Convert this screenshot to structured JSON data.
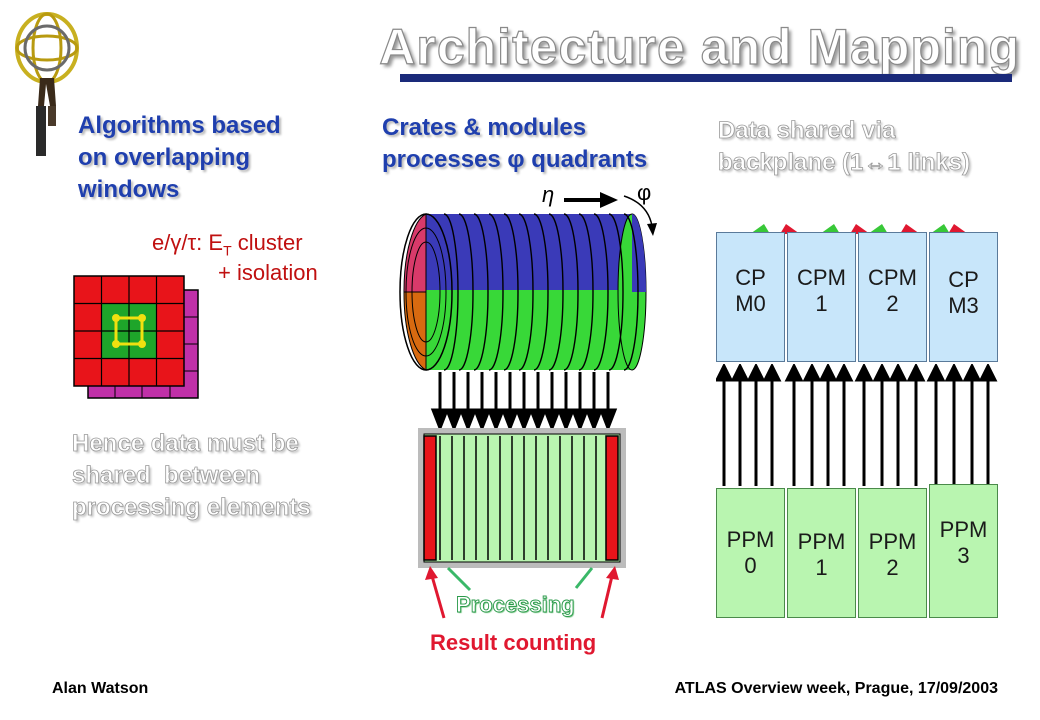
{
  "slide": {
    "title": "Architecture and Mapping"
  },
  "left_column": {
    "heading_lines": [
      "Algorithms based",
      "on overlapping",
      "windows"
    ],
    "cluster_label": "e/γ/τ: E",
    "cluster_subscript": "T",
    "cluster_suffix": " cluster",
    "isolation_label": "+ isolation",
    "conclusion_lines": [
      "Hence data must be",
      "shared  between",
      "processing elements"
    ]
  },
  "middle_column": {
    "heading_lines": [
      "Crates & modules",
      "processes φ quadrants"
    ],
    "eta_symbol": "η",
    "phi_symbol": "φ",
    "processing_label": "Processing",
    "result_label": "Result counting"
  },
  "right_column": {
    "heading_lines": [
      "Data shared via",
      "backplane (1↔1 links)"
    ],
    "cpm_modules": [
      {
        "line1": "CP",
        "line2": "M0"
      },
      {
        "line1": "CPM",
        "line2": "1"
      },
      {
        "line1": "CPM",
        "line2": "2"
      },
      {
        "line1": "CP",
        "line2": "M3"
      }
    ],
    "ppm_modules": [
      {
        "line1": "PPM",
        "line2": "0"
      },
      {
        "line1": "PPM",
        "line2": "1"
      },
      {
        "line1": "PPM",
        "line2": "2"
      },
      {
        "line1": "PPM",
        "line2": "3"
      }
    ]
  },
  "footer": {
    "author": "Alan Watson",
    "event": "ATLAS Overview week, Prague, 17/09/2003"
  },
  "colors": {
    "heading_blue": "#1f3fae",
    "module_blue": "#c8e6fa",
    "module_green": "#b9f5b0",
    "cell_red": "#e8141a",
    "cell_green": "#1ea52a",
    "back_magenta": "#c030a8",
    "drum_blue": "#3a3ab8",
    "drum_green": "#38d838",
    "drum_red": "#d83a6a",
    "drum_orange": "#d86a10",
    "title_bar": "#1a2a7a"
  }
}
